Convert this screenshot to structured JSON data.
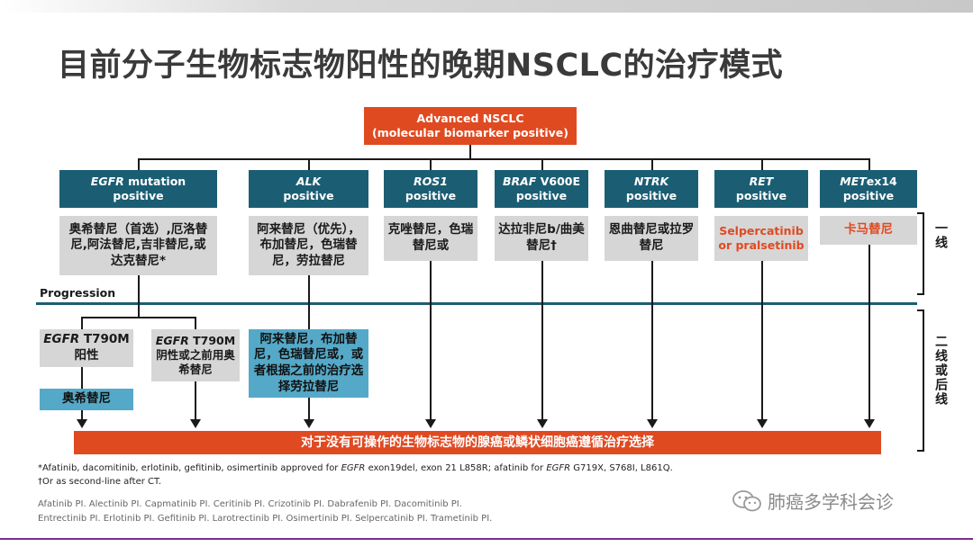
{
  "title": "目前分子生物标志物阳性的晚期NSCLC的治疗模式",
  "root": {
    "line1": "Advanced NSCLC",
    "line2": "(molecular biomarker positive)"
  },
  "biomarkers": [
    {
      "gene": "EGFR",
      "suffix": " mutation",
      "line2": "positive"
    },
    {
      "gene": "ALK",
      "suffix": "",
      "line2": "positive"
    },
    {
      "gene": "ROS1",
      "suffix": "",
      "line2": "positive"
    },
    {
      "gene": "BRAF",
      "suffix": " V600E",
      "line2": "positive"
    },
    {
      "gene": "NTRK",
      "suffix": "",
      "line2": "positive"
    },
    {
      "gene": "RET",
      "suffix": "",
      "line2": "positive"
    },
    {
      "gene": "MET",
      "suffix": "ex14",
      "line2": "positive"
    }
  ],
  "first_line": [
    "奥希替尼（首选）,厄洛替尼,阿法替尼,吉非替尼,或达克替尼*",
    "阿来替尼（优先），布加替尼，色瑞替尼，劳拉替尼",
    "克唑替尼，色瑞替尼或",
    "达拉非尼b/曲美替尼†",
    "恩曲替尼或拉罗替尼",
    "Selpercatinib or pralsetinib",
    "卡马替尼"
  ],
  "progression_label": "Progression",
  "second_line": {
    "egfr_t790m_pos": {
      "gene": "EGFR",
      "text": " T790M 阳性"
    },
    "egfr_t790m_neg": {
      "gene": "EGFR",
      "text": " T790M阴性或之前用奥希替尼"
    },
    "osimertinib": "奥希替尼",
    "alk_next": "阿来替尼，布加替尼，色瑞替尼或，或者根据之前的治疗选择劳拉替尼"
  },
  "bottom_bar": "对于没有可操作的生物标志物的腺癌或鳞状细胞癌遵循治疗选择",
  "side_labels": {
    "first": "一线",
    "second": "二线或后线"
  },
  "footnotes": {
    "star_pre": "*Afatinib, dacomitinib, erlotinib, gefitinib, osimertinib approved for ",
    "star_gene1": "EGFR",
    "star_mid": " exon19del, exon 21 L858R; afatinib for ",
    "star_gene2": "EGFR",
    "star_post": " G719X, S768I, L861Q.",
    "dagger": "†Or as second-line after CT."
  },
  "references": [
    "Afatinib PI. Alectinib PI. Capmatinib PI. Ceritinib PI. Crizotinib PI. Dabrafenib PI. Dacomitinib PI.",
    "Entrectinib PI. Erlotinib PI. Gefitinib PI. Larotrectinib PI. Osimertinib PI. Selpercatinib PI. Trametinib PI."
  ],
  "watermark": "肺癌多学科会诊",
  "colors": {
    "teal": "#1b5e74",
    "orange": "#e04a21",
    "grey": "#d6d6d6",
    "lightblue": "#55a9c8",
    "brand_purple": "#7b2d8e"
  }
}
